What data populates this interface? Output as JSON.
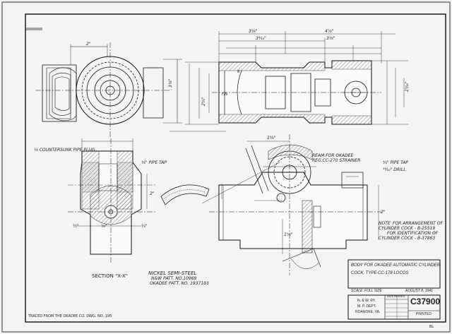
{
  "title_block": {
    "title_line1": "BODY FOR OKADEE AUTOMATIC CYLINDER",
    "title_line2": "COCK, TYPE CC-178 LOCOS",
    "scale": "SCALE: FULL SIZE",
    "date": "AUGUST 8, 1941",
    "railway": "N. & W. RY.",
    "dept": "M. P. DEPT.",
    "city": "ROANOKE, VA.",
    "date_revised_header": "DATE REVISED",
    "drawing_number": "C37900",
    "printed": "PRINTED"
  },
  "notes": {
    "section_label": "SECTION \"X-X\"",
    "material_line1": "NICKEL SEMI-STEEL",
    "material_line2": "N&W PATT. NO.10969",
    "material_line3": "OKADEE PATT. NO. 1937183",
    "traced_from": "TRACED FROM THE OKADEE CO. DWG. NO. 195",
    "note_title": "NOTE",
    "note_line1": "FOR ARRANGEMENT OF",
    "note_line2": "CYLINDER COCK - B-25519",
    "note_line3": "FOR IDENTIFICATION OF",
    "note_line4": "CYLINDER COCK - B-37863",
    "ream_line1": "REAM FOR OKADEE",
    "ream_line2": "REG.CC-270 STRAINER",
    "pipe_tap_upper": "¾\" PIPE TAP",
    "drill_upper": "¹⁹⁄₃₂\" DRILL",
    "pipe_tap_left": "⅛\" PIPE TAP",
    "countersunk": "⅛ COUNTERSUNK PIPE PLUG",
    "fin_label": "FIN",
    "radius_label": "R",
    "corner_mark": "BL"
  },
  "dimensions": {
    "left_top_width": "2\"",
    "left_height": "3⅛\"",
    "top_overall": "3⅝\"",
    "top_right": "4⅞\"",
    "top_mid": "3⁹⁄₁₆\"",
    "top_mid2": "3⅛\"",
    "mid_height": "2¾\"",
    "right_height": "1⁵⁄₁₆\"",
    "section_height": "2\"",
    "side_height": "2\"",
    "side_top": "1⅝\"",
    "side_height2": "1⅝\"",
    "half": "½\"",
    "quarter": "¼\"",
    "eighth": "⅛\""
  }
}
